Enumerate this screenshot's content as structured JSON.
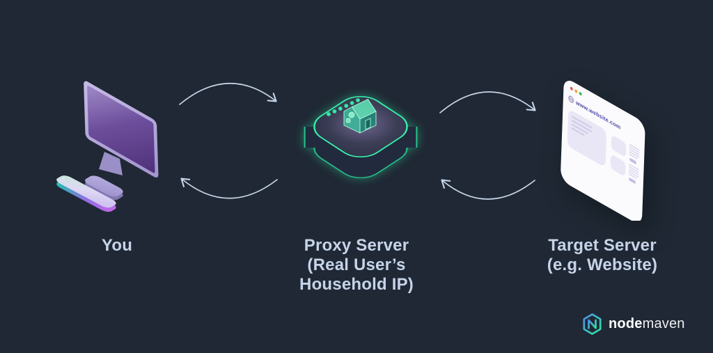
{
  "meta": {
    "description": "Proxy routing diagram",
    "bg_color": "#1f2834",
    "accent_green": "#2ee6a1",
    "label_color": "#c6d3e8",
    "arrow_color": "#c8d5e8"
  },
  "nodes": {
    "you": {
      "label": "You",
      "icon": "desktop-computer-illustration"
    },
    "proxy": {
      "label_lines": [
        "Proxy Server",
        "(Real User’s",
        "Household IP)"
      ],
      "icon": "proxy-device-illustration"
    },
    "target": {
      "label_lines": [
        "Target Server",
        "(e.g. Website)"
      ],
      "icon": "browser-window-illustration",
      "browser_url": "www.website.com"
    }
  },
  "flows": [
    {
      "from": "you",
      "to": "proxy"
    },
    {
      "from": "proxy",
      "to": "you"
    },
    {
      "from": "proxy",
      "to": "target"
    },
    {
      "from": "target",
      "to": "proxy"
    }
  ],
  "logo": {
    "name_bold": "node",
    "name_light": "maven"
  }
}
